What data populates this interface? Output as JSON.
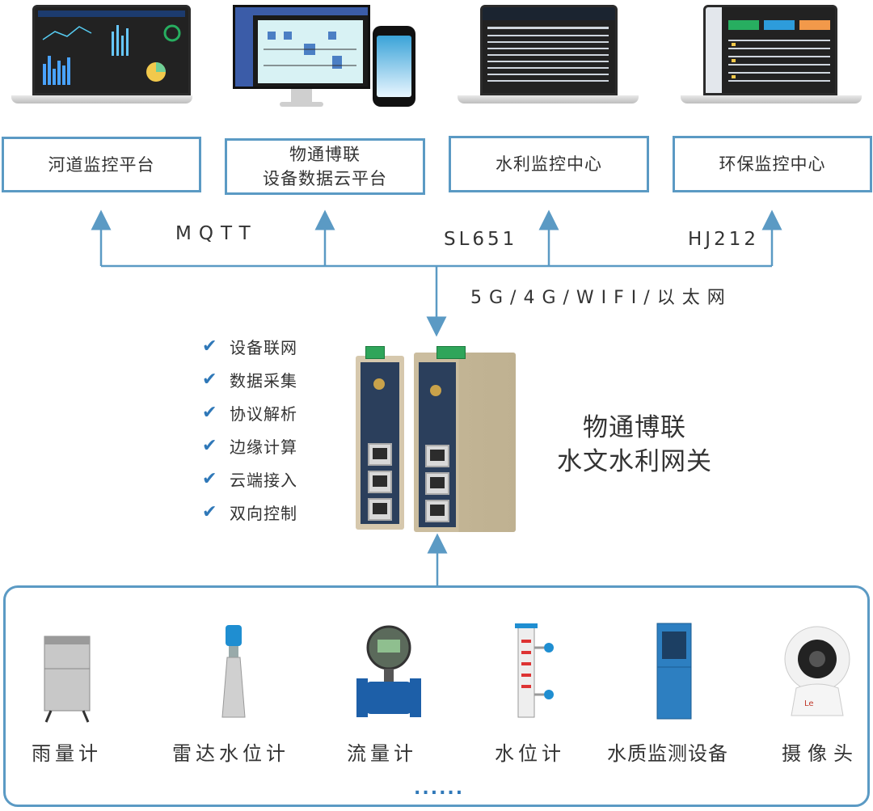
{
  "platforms": [
    {
      "lines": [
        "河道监控平台"
      ]
    },
    {
      "lines": [
        "物通博联",
        "设备数据云平台"
      ]
    },
    {
      "lines": [
        "水利监控中心"
      ]
    },
    {
      "lines": [
        "环保监控中心"
      ]
    }
  ],
  "protocols": [
    "MQTT",
    "SL651",
    "HJ212"
  ],
  "network": "5G/4G/WIFI/以太网",
  "features": [
    "设备联网",
    "数据采集",
    "协议解析",
    "边缘计算",
    "云端接入",
    "双向控制"
  ],
  "gateway": {
    "brand": "物通博联",
    "name": "水文水利网关"
  },
  "sensors": [
    "雨量计",
    "雷达水位计",
    "流量计",
    "水位计",
    "水质监测设备",
    "摄像头"
  ],
  "more": "......",
  "colors": {
    "frame": "#5b9ac4",
    "check": "#2f78b8",
    "line": "#5b9ac4"
  },
  "icons": [
    "check-icon",
    "arrow-up-icon",
    "arrow-down-icon"
  ]
}
